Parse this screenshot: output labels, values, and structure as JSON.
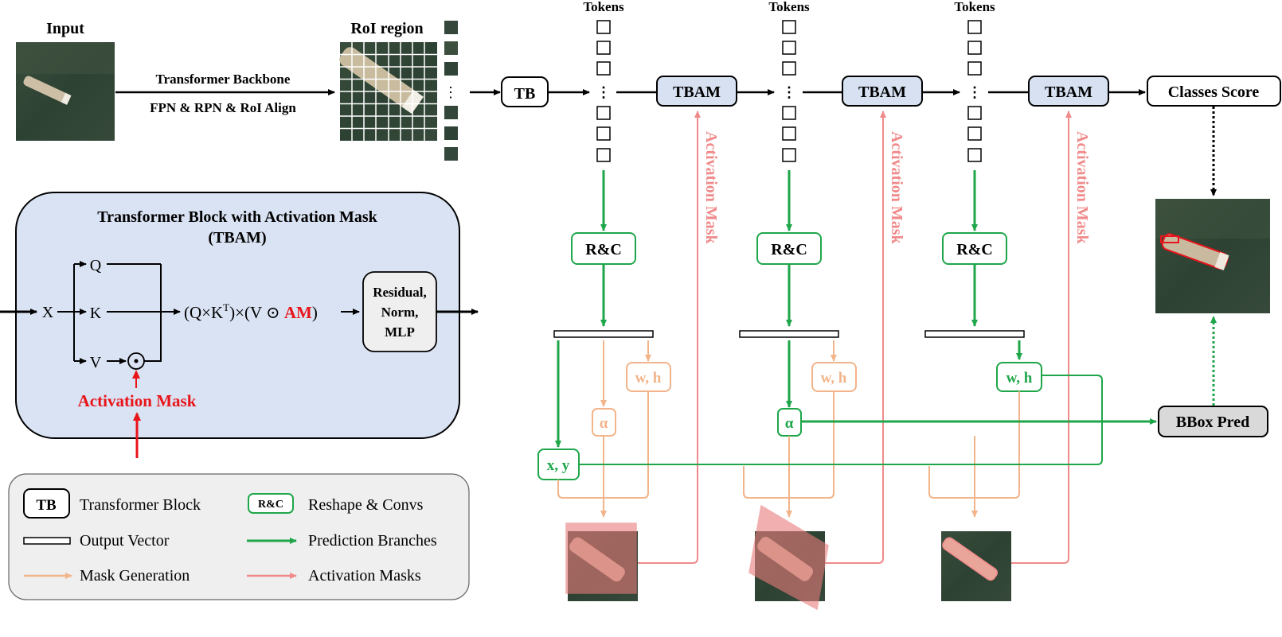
{
  "input": {
    "label": "Input"
  },
  "roi": {
    "label": "RoI region"
  },
  "backbone": {
    "line1": "Transformer Backbone",
    "line2": "FPN & RPN & RoI Align"
  },
  "tokens_label": "Tokens",
  "dots": "⋮",
  "tb_label": "TB",
  "tbam_label": "TBAM",
  "rc_label": "R&C",
  "classes_score": "Classes Score",
  "bbox_pred": "BBox Pred",
  "activation_mask_vertical": "Activation Mask",
  "branches": {
    "wh": "w, h",
    "alpha": "α",
    "xy": "x, y"
  },
  "tbam_block": {
    "title_line1": "Transformer Block with Activation Mask",
    "title_line2": "(TBAM)",
    "x": "X",
    "q": "Q",
    "k": "K",
    "v": "V",
    "odot": "⊙",
    "formula_main": "(Q×K",
    "formula_sup": "T",
    "formula_mid": ")×(V ⊙ ",
    "formula_am": "AM",
    "formula_end": ")",
    "residual_line1": "Residual,",
    "residual_line2": "Norm,",
    "residual_line3": "MLP",
    "activation_mask": "Activation Mask"
  },
  "legend": {
    "tb_box": "TB",
    "tb_text": "Transformer Block",
    "rc_box": "R&C",
    "rc_text": "Reshape & Convs",
    "output_vector": "Output Vector",
    "prediction_branches": "Prediction Branches",
    "mask_generation": "Mask Generation",
    "activation_masks": "Activation Masks"
  },
  "colors": {
    "green": "#1fa64a",
    "orange": "#f2b48a",
    "pink": "#f08a8a",
    "red": "#e8141a",
    "tbam_fill": "#d7e1f2",
    "panel_fill": "#dae3f3",
    "legend_fill": "#efefef",
    "gray_box": "#d9d9d9"
  }
}
